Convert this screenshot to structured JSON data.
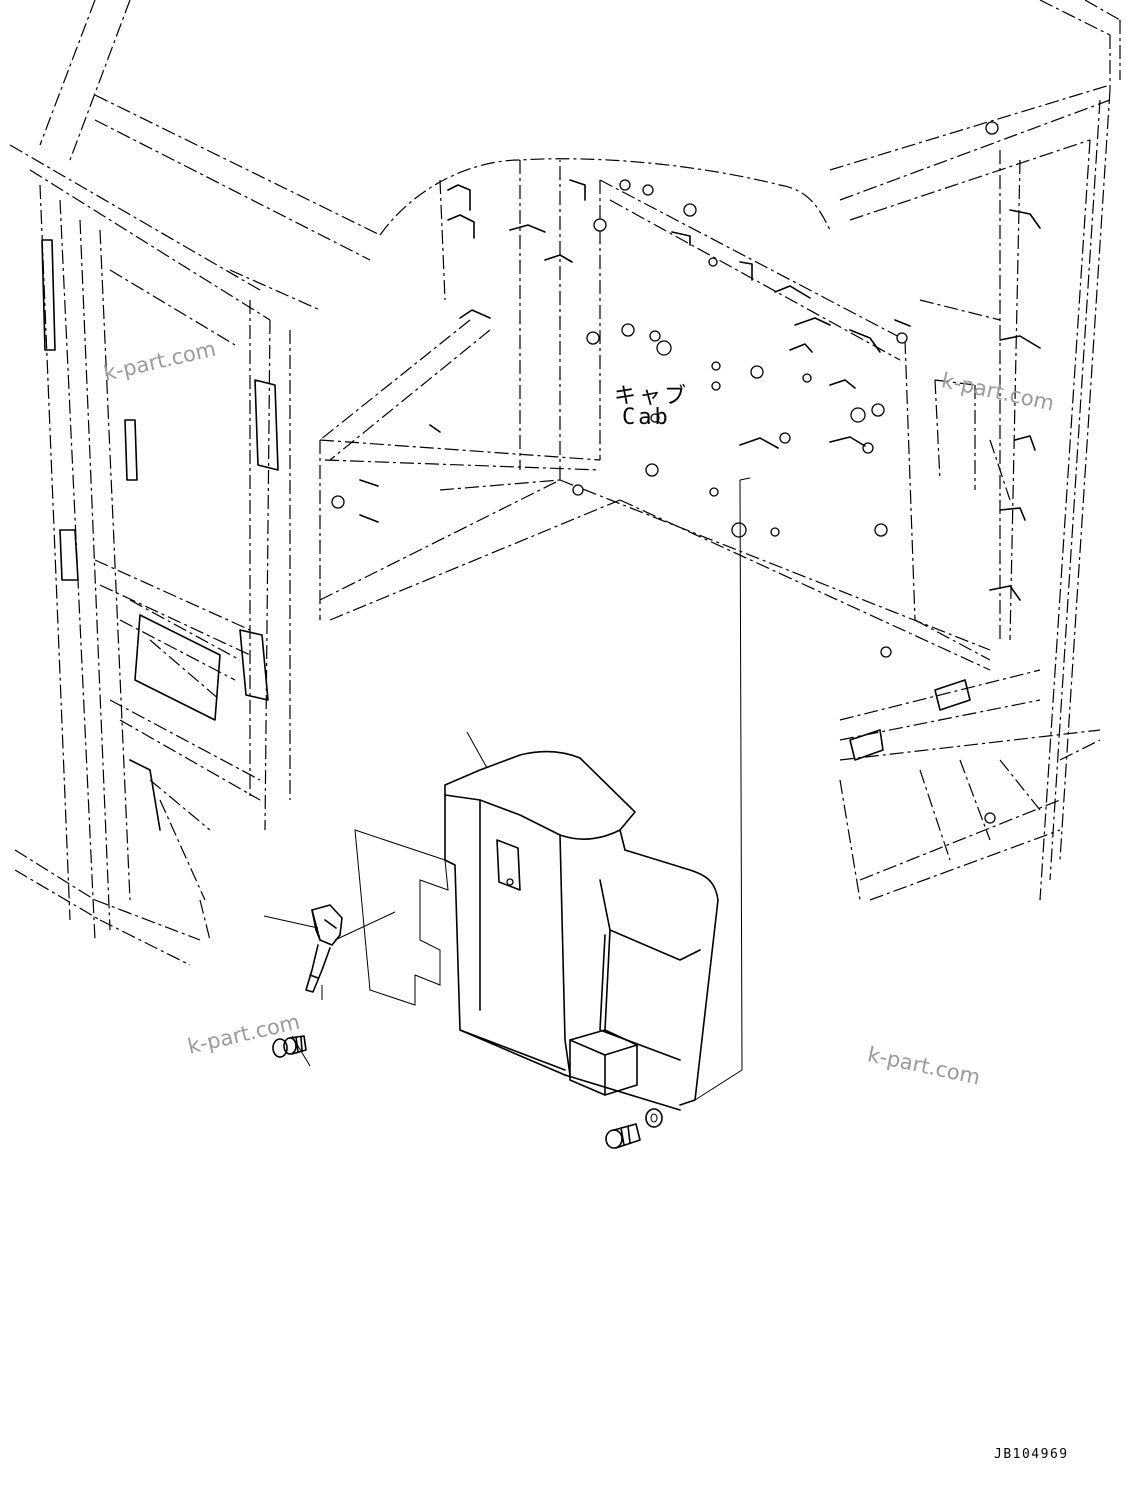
{
  "labels": {
    "cab_jp": "キャブ",
    "cab_en": "Cab"
  },
  "watermarks": [
    "k-part.com",
    "k-part.com",
    "k-part.com",
    "k-part.com"
  ],
  "drawing_id": "JB104969"
}
